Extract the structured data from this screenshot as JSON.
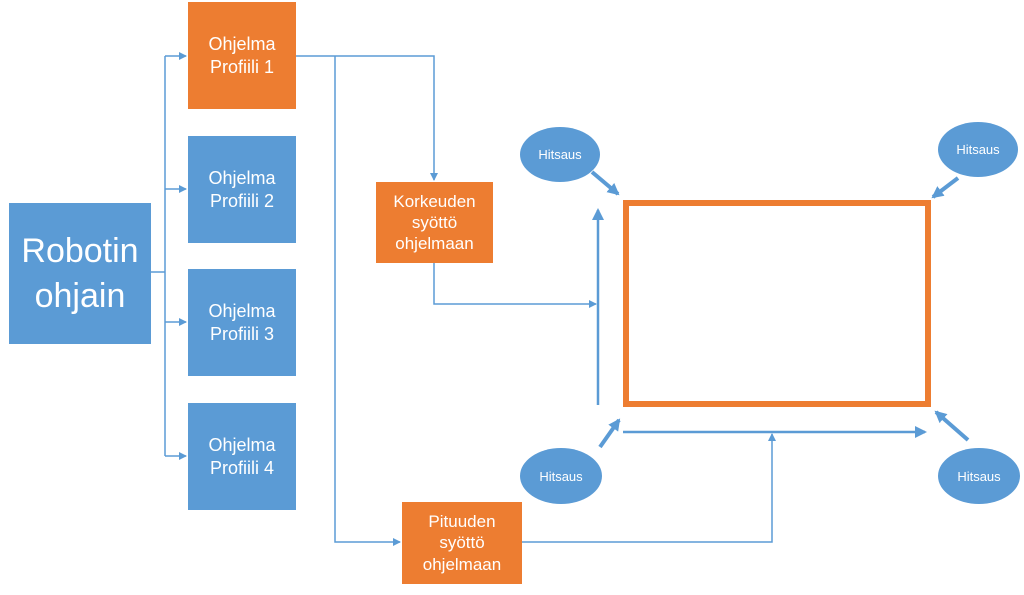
{
  "controller": {
    "label": "Robotin\nohjain"
  },
  "profiles": [
    {
      "label": "Ohjelma\nProfiili 1"
    },
    {
      "label": "Ohjelma\nProfiili 2"
    },
    {
      "label": "Ohjelma\nProfiili 3"
    },
    {
      "label": "Ohjelma\nProfiili 4"
    }
  ],
  "height_input": {
    "label": "Korkeuden\nsyöttö\nohjelmaan"
  },
  "length_input": {
    "label": "Pituuden\nsyöttö\nohjelmaan"
  },
  "welds": [
    {
      "label": "Hitsaus"
    },
    {
      "label": "Hitsaus"
    },
    {
      "label": "Hitsaus"
    },
    {
      "label": "Hitsaus"
    }
  ],
  "colors": {
    "blue": "#5b9bd5",
    "orange": "#ed7d31"
  }
}
